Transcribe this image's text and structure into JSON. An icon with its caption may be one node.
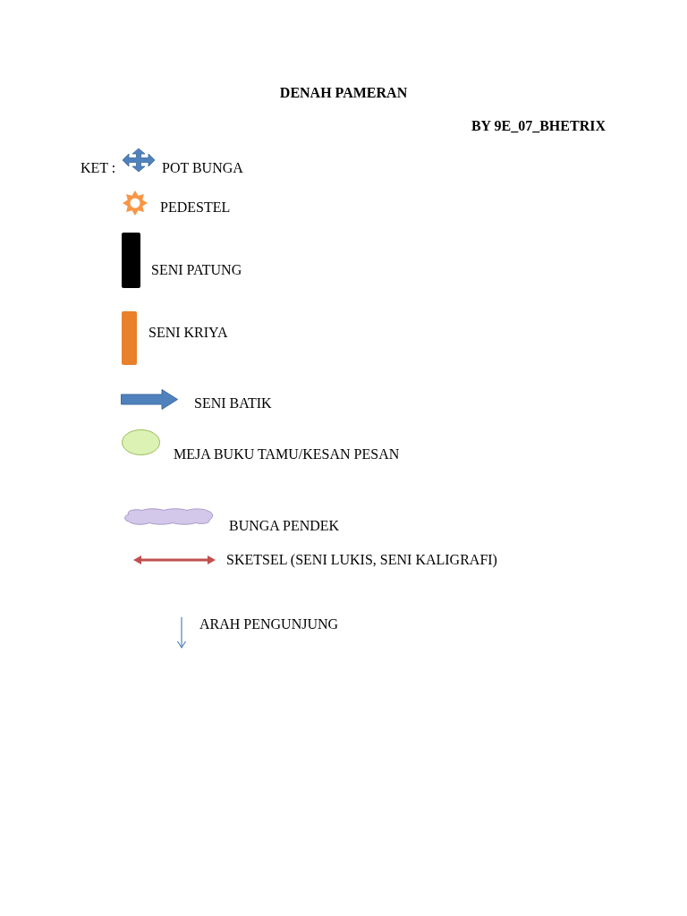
{
  "diagram": {
    "title": "DENAH PAMERAN",
    "labels": [
      "BY 9E_07_BHETRIX",
      "KET :"
    ],
    "legend": [
      {
        "text": "POT BUNGA"
      },
      {
        "text": "PEDESTEL"
      },
      {
        "text": "SENI PATUNG",
        "color": "#000000"
      },
      {
        "text": "SENI KRIYA",
        "color": "#e8802c"
      },
      {
        "text": "SENI BATIK"
      },
      {
        "text": "MEJA BUKU TAMU/KESAN PESAN"
      },
      {
        "text": "BUNGA PENDEK"
      },
      {
        "text": "SKETSEL (SENI LUKIS, SENI KALIGRAFI)"
      },
      {
        "text": "ARAH PENGUNJUNG"
      }
    ]
  }
}
